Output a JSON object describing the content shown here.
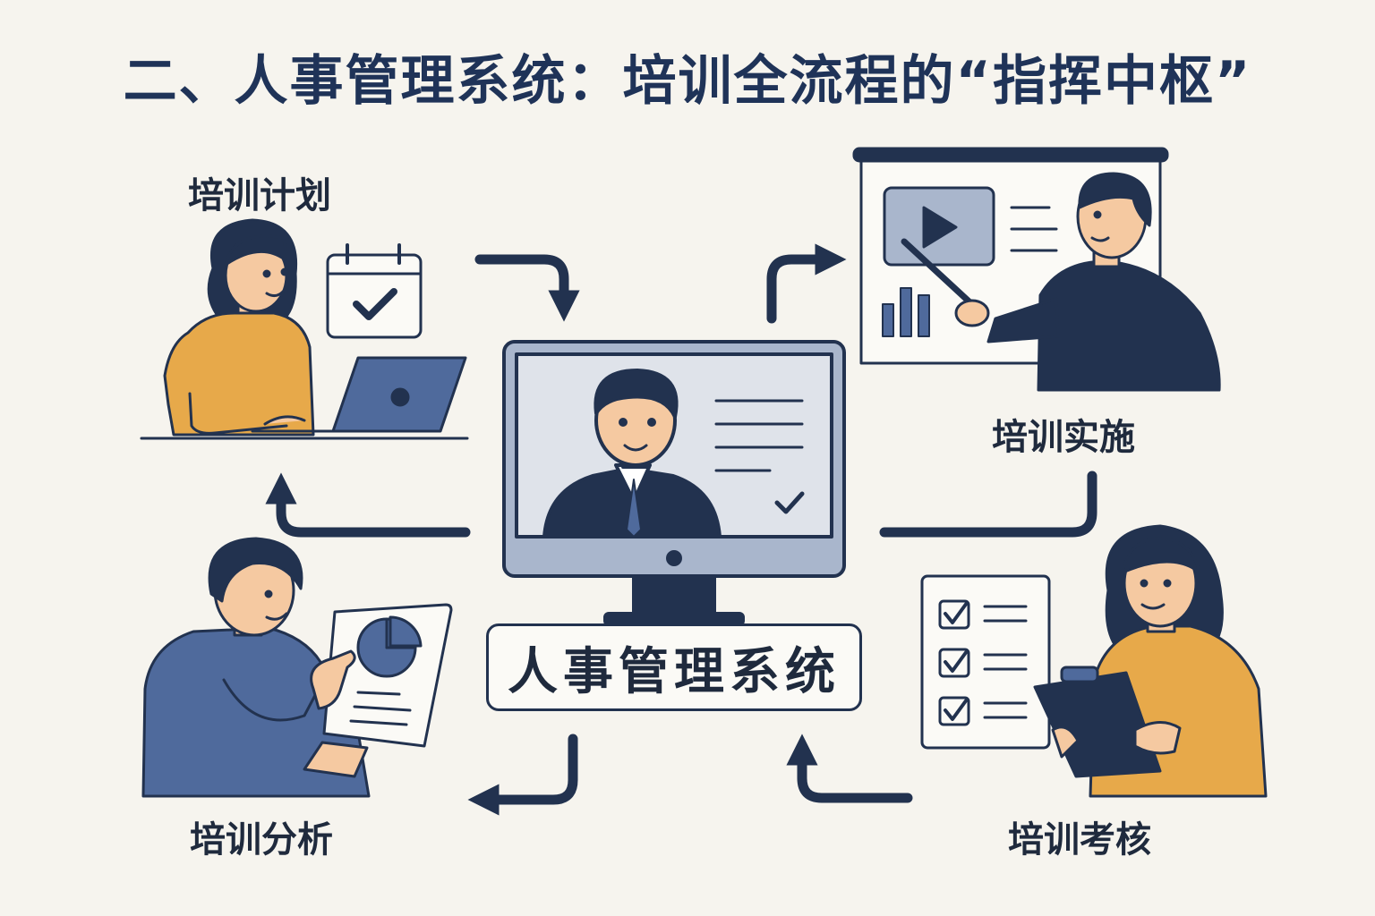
{
  "title": "二、人事管理系统：培训全流程的“指挥中枢”",
  "center": {
    "label": "人事管理系统"
  },
  "stages": {
    "plan": "培训计划",
    "implement": "培训实施",
    "assess": "培训考核",
    "analyze": "培训分析"
  },
  "colors": {
    "navy": "#22324f",
    "blue": "#4f6a9c",
    "light_blue": "#a9b6cc",
    "mustard": "#e7a94a",
    "skin": "#f5c9a1",
    "background": "#f6f4ee"
  },
  "icons": [
    "calendar-check-icon",
    "play-icon",
    "bar-chart-icon",
    "pie-chart-icon",
    "checklist-icon",
    "clipboard-icon",
    "laptop-icon",
    "monitor-icon"
  ]
}
